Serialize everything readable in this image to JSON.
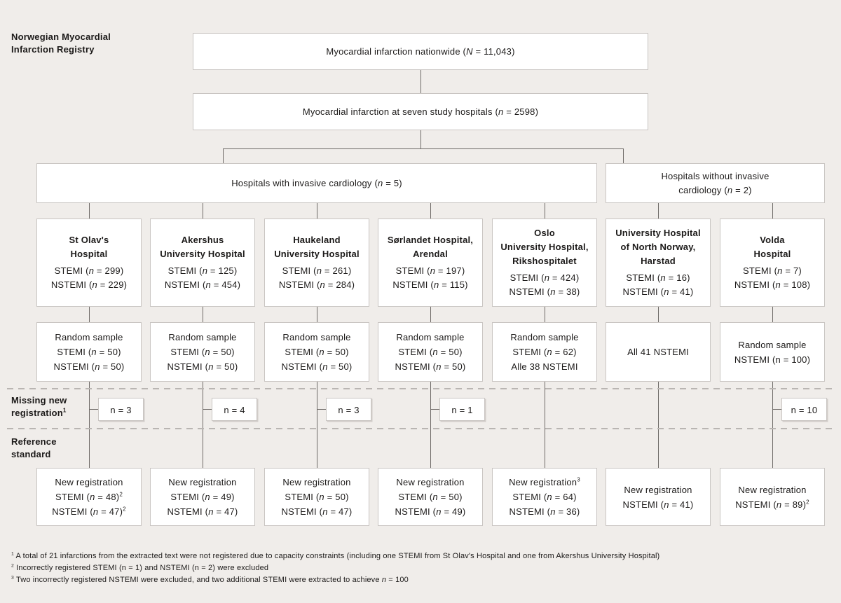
{
  "title_label": "Norwegian Myocardial\nInfarction Registry",
  "row_labels": {
    "missing": "Missing new\nregistration^1^",
    "reference": "Reference\nstandard"
  },
  "flow": {
    "nationwide": "Myocardial infarction nationwide (*N* = 11,043)",
    "study_hospitals": "Myocardial infarction at seven study hospitals (*n* = 2598)",
    "invasive": "Hospitals with invasive cardiology (*n* = 5)",
    "non_invasive": "Hospitals without invasive\ncardiology (*n* = 2)"
  },
  "columns": [
    {
      "name": "St Olav's\nHospital",
      "counts": [
        "STEMI (*n* = 299)",
        "NSTEMI (*n* = 229)"
      ],
      "sample": [
        "Random sample",
        "STEMI (*n* = 50)",
        "NSTEMI (*n* = 50)"
      ],
      "missing": "n = 3",
      "new_registration": [
        "New registration",
        "STEMI (*n* = 48)^2^",
        "NSTEMI (*n* = 47)^2^"
      ]
    },
    {
      "name": "Akershus\nUniversity Hospital",
      "counts": [
        "STEMI (*n* = 125)",
        "NSTEMI (*n* = 454)"
      ],
      "sample": [
        "Random sample",
        "STEMI (*n* = 50)",
        "NSTEMI (*n* = 50)"
      ],
      "missing": "n = 4",
      "new_registration": [
        "New registration",
        "STEMI (*n* = 49)",
        "NSTEMI (*n* = 47)"
      ]
    },
    {
      "name": "Haukeland\nUniversity Hospital",
      "counts": [
        "STEMI (*n* = 261)",
        "NSTEMI (*n* = 284)"
      ],
      "sample": [
        "Random sample",
        "STEMI (*n* = 50)",
        "NSTEMI (*n* = 50)"
      ],
      "missing": "n = 3",
      "new_registration": [
        "New registration",
        "STEMI (*n* = 50)",
        "NSTEMI (*n* = 47)"
      ]
    },
    {
      "name": "Sørlandet Hospital,\nArendal",
      "counts": [
        "STEMI (*n* = 197)",
        "NSTEMI (*n* = 115)"
      ],
      "sample": [
        "Random sample",
        "STEMI (*n* = 50)",
        "NSTEMI (*n* = 50)"
      ],
      "missing": "n = 1",
      "new_registration": [
        "New registration",
        "STEMI (*n* = 50)",
        "NSTEMI (*n* = 49)"
      ]
    },
    {
      "name": "Oslo\nUniversity Hospital,\nRikshospitalet",
      "counts": [
        "STEMI (*n* = 424)",
        "NSTEMI (*n* = 38)"
      ],
      "sample": [
        "Random sample",
        "STEMI (*n* = 62)",
        "Alle 38 NSTEMI"
      ],
      "missing": null,
      "new_registration": [
        "New registration^3^",
        "STEMI (*n* = 64)",
        "NSTEMI (*n* = 36)"
      ]
    },
    {
      "name": "University Hospital\nof North Norway,\nHarstad",
      "counts": [
        "STEMI (*n* = 16)",
        "NSTEMI (*n* = 41)"
      ],
      "sample": [
        "All 41 NSTEMI",
        null,
        null
      ],
      "missing": null,
      "new_registration": [
        "New registration",
        "NSTEMI (*n* = 41)",
        null
      ]
    },
    {
      "name": "Volda\nHospital",
      "counts": [
        "STEMI (*n* = 7)",
        "NSTEMI (*n* = 108)"
      ],
      "sample": [
        "Random sample",
        "NSTEMI (n = 100)",
        null
      ],
      "missing": "n = 10",
      "new_registration": [
        "New registration",
        "NSTEMI (*n* = 89)^2^",
        null
      ]
    }
  ],
  "footnotes": [
    "^1^ A total of 21 infarctions from the extracted text were not registered due to capacity constraints (including one STEMI from St Olav's Hospital and one from Akershus University Hospital)",
    "^2^ Incorrectly registered STEMI (n = 1) and NSTEMI (n = 2) were excluded",
    "^3^ Two incorrectly registered NSTEMI were excluded, and two additional STEMI were extracted to achieve *n* = 100"
  ],
  "colors": {
    "background": "#f0edea",
    "box_fill": "#ffffff",
    "box_border": "#c9c5c2",
    "connector": "#6e6a67",
    "dashed_line": "#b9b5b2",
    "text": "#1c1a19"
  }
}
